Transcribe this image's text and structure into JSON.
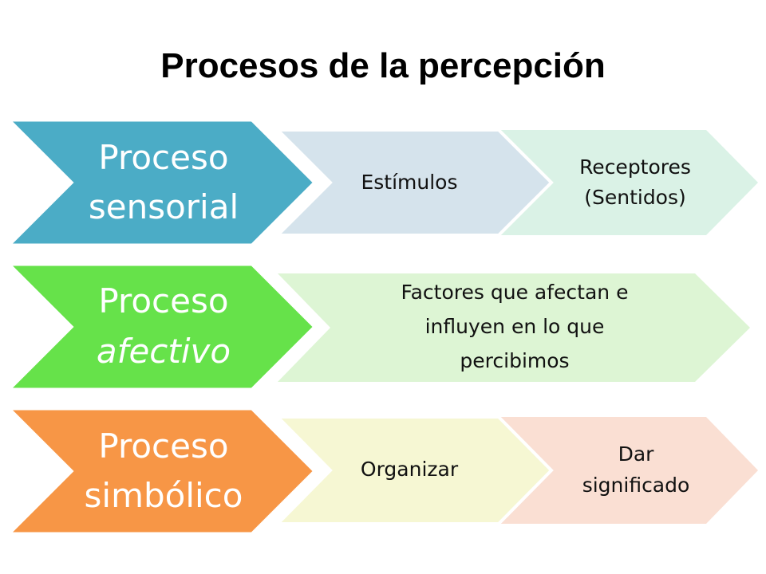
{
  "title": "Procesos de la percepción",
  "colors": {
    "row1_main": "#4BACC6",
    "row1_sub1": "#D5E3EC",
    "row1_sub2": "#DAF2E6",
    "row2_main": "#66E24A",
    "row2_sub1": "#DDF5D4",
    "row3_main": "#F79646",
    "row3_sub1": "#F6F7D3",
    "row3_sub2": "#FADFD3"
  },
  "rows": [
    {
      "main": {
        "line1": "Proceso",
        "line2": "sensorial"
      },
      "steps": [
        {
          "lines": [
            "Estímulos"
          ]
        },
        {
          "lines": [
            "Receptores",
            "(Sentidos)"
          ]
        }
      ]
    },
    {
      "main": {
        "line1": "Proceso",
        "line2": "afectivo"
      },
      "steps": [
        {
          "lines": [
            "Factores que afectan e",
            "influyen en lo que",
            "percibimos"
          ]
        }
      ]
    },
    {
      "main": {
        "line1": "Proceso",
        "line2": "simbólico"
      },
      "steps": [
        {
          "lines": [
            "Organizar"
          ]
        },
        {
          "lines": [
            "Dar",
            "significado"
          ]
        }
      ]
    }
  ]
}
